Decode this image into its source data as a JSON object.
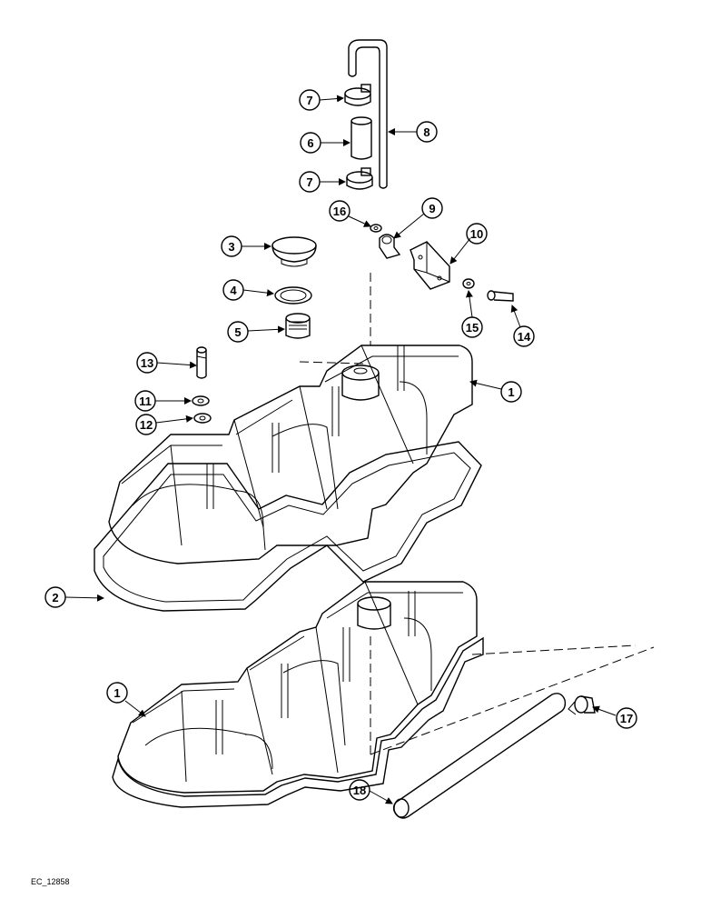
{
  "diagram": {
    "reference_id": "EC_12858",
    "callouts": [
      {
        "key": "c7a",
        "label": "7"
      },
      {
        "key": "c6",
        "label": "6"
      },
      {
        "key": "c7b",
        "label": "7"
      },
      {
        "key": "c8",
        "label": "8"
      },
      {
        "key": "c16",
        "label": "16"
      },
      {
        "key": "c9",
        "label": "9"
      },
      {
        "key": "c10",
        "label": "10"
      },
      {
        "key": "c3",
        "label": "3"
      },
      {
        "key": "c4",
        "label": "4"
      },
      {
        "key": "c5",
        "label": "5"
      },
      {
        "key": "c15",
        "label": "15"
      },
      {
        "key": "c14",
        "label": "14"
      },
      {
        "key": "c13",
        "label": "13"
      },
      {
        "key": "c11",
        "label": "11"
      },
      {
        "key": "c12",
        "label": "12"
      },
      {
        "key": "c1a",
        "label": "1"
      },
      {
        "key": "c2",
        "label": "2"
      },
      {
        "key": "c1b",
        "label": "1"
      },
      {
        "key": "c17",
        "label": "17"
      },
      {
        "key": "c18",
        "label": "18"
      }
    ]
  }
}
